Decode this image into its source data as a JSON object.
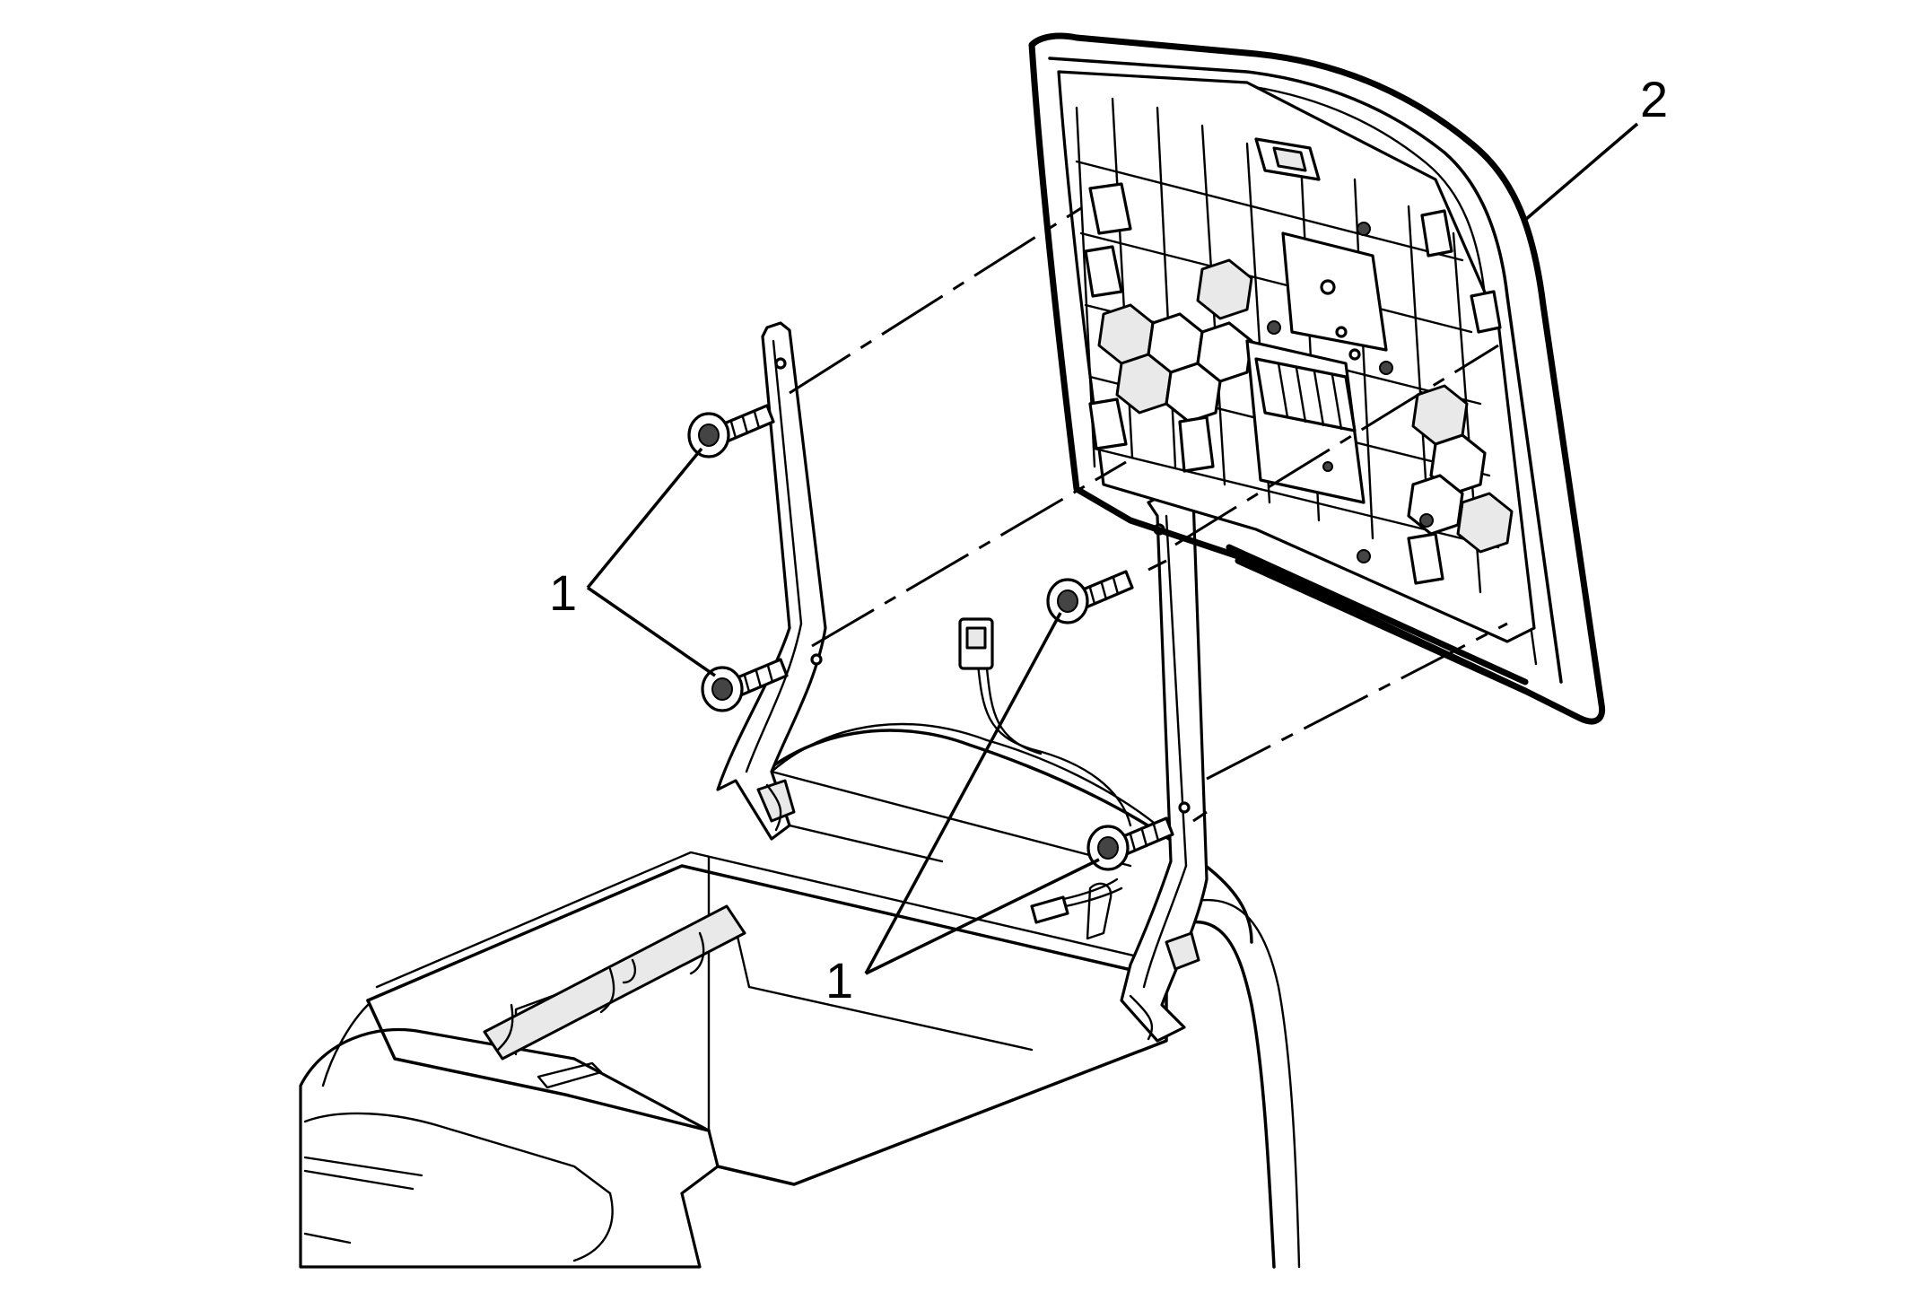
{
  "callouts": [
    {
      "id": "fasteners-left",
      "label": "1"
    },
    {
      "id": "fasteners-right",
      "label": "1"
    },
    {
      "id": "armrest-lid",
      "label": "2"
    }
  ]
}
